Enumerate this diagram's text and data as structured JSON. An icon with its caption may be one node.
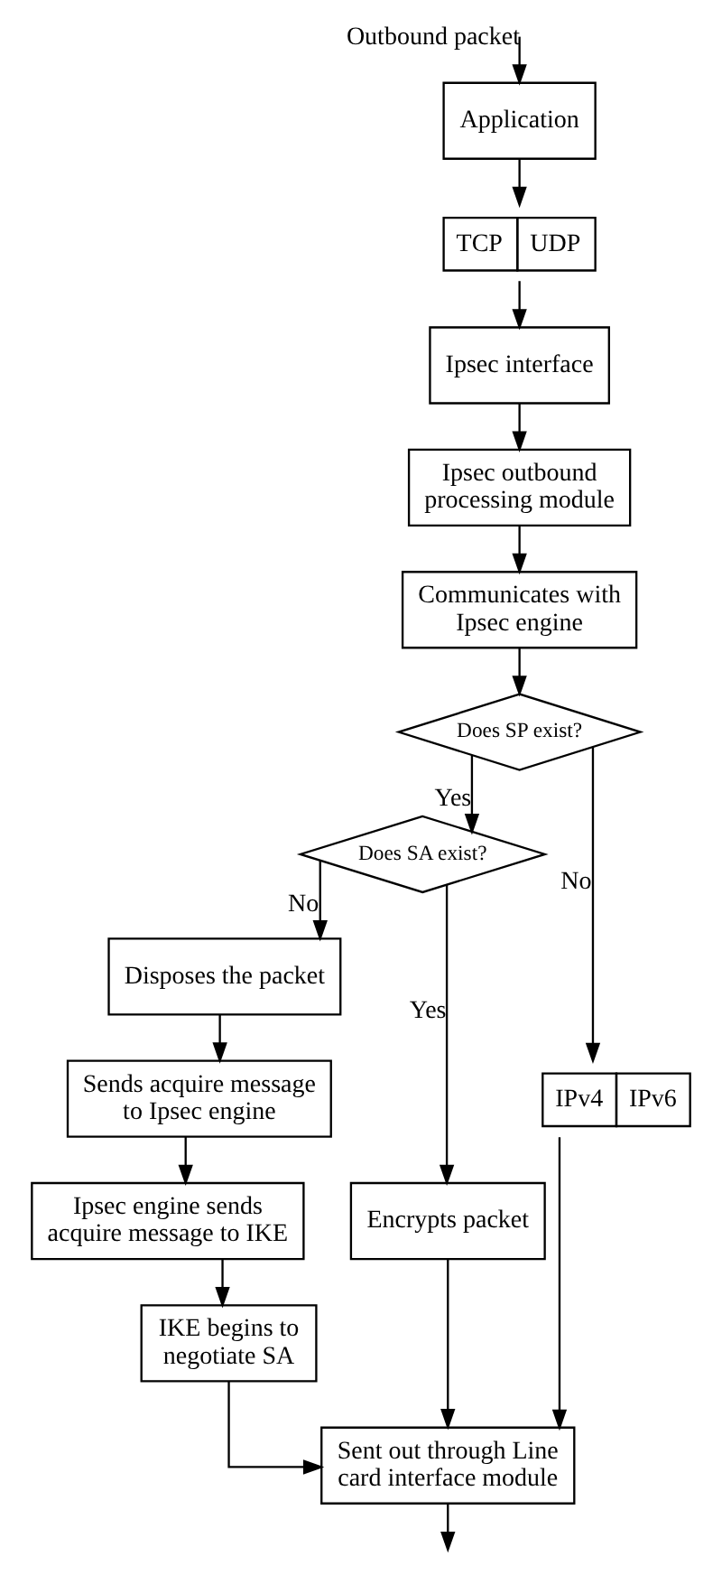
{
  "diagram": {
    "nodes": [
      {
        "text": [
          "Application"
        ]
      },
      {
        "text": [
          "TCP",
          "UDP"
        ]
      },
      {
        "text": [
          "Ipsec interface"
        ]
      },
      {
        "text": [
          "Ipsec outbound processing module"
        ]
      },
      {
        "text": [
          "Communicates with Ipsec engine"
        ]
      },
      {
        "text": [
          "Does SP exist?"
        ]
      },
      {
        "text": [
          "Does SA exist?"
        ]
      },
      {
        "text": [
          "Disposes the packet"
        ]
      },
      {
        "text": [
          "Encrypts packet"
        ]
      },
      {
        "text": [
          "Sends acquire message to Ipsec engine"
        ]
      },
      {
        "text": [
          "IPv4",
          "IPv6"
        ]
      },
      {
        "text": [
          "Ipsec engine sends acquire message to IKE"
        ]
      },
      {
        "text": [
          "IKE begins to negotiate SA"
        ]
      },
      {
        "text": [
          "Sent out through Line card interface module"
        ]
      }
    ],
    "edges": [
      {
        "from": null,
        "to": 0,
        "arrow": "to",
        "label": "Outbound packet"
      },
      {
        "from": 0,
        "to": 1,
        "arrow": "to"
      },
      {
        "from": 1,
        "to": 2,
        "arrow": "to"
      },
      {
        "from": 2,
        "to": 3,
        "arrow": "to"
      },
      {
        "from": 3,
        "to": 4,
        "arrow": "to"
      },
      {
        "from": 4,
        "to": 5,
        "arrow": "to"
      },
      {
        "from": 5,
        "to": 6,
        "arrow": "to",
        "label": "Yes"
      },
      {
        "from": 5,
        "to": 10,
        "arrow": "to",
        "label": "No"
      },
      {
        "from": 6,
        "to": 7,
        "arrow": "to",
        "label": "No"
      },
      {
        "from": 6,
        "to": 8,
        "arrow": "to",
        "label": "Yes"
      },
      {
        "from": 7,
        "to": 9,
        "arrow": "to"
      },
      {
        "from": 9,
        "to": 11,
        "arrow": "to"
      },
      {
        "from": 11,
        "to": 12,
        "arrow": "to"
      },
      {
        "from": 8,
        "to": 13,
        "arrow": "to"
      },
      {
        "from": 12,
        "to": 13,
        "arrow": "to"
      },
      {
        "from": 10,
        "to": 13,
        "arrow": "to"
      },
      {
        "from": 13,
        "to": null,
        "arrow": "to"
      }
    ]
  }
}
